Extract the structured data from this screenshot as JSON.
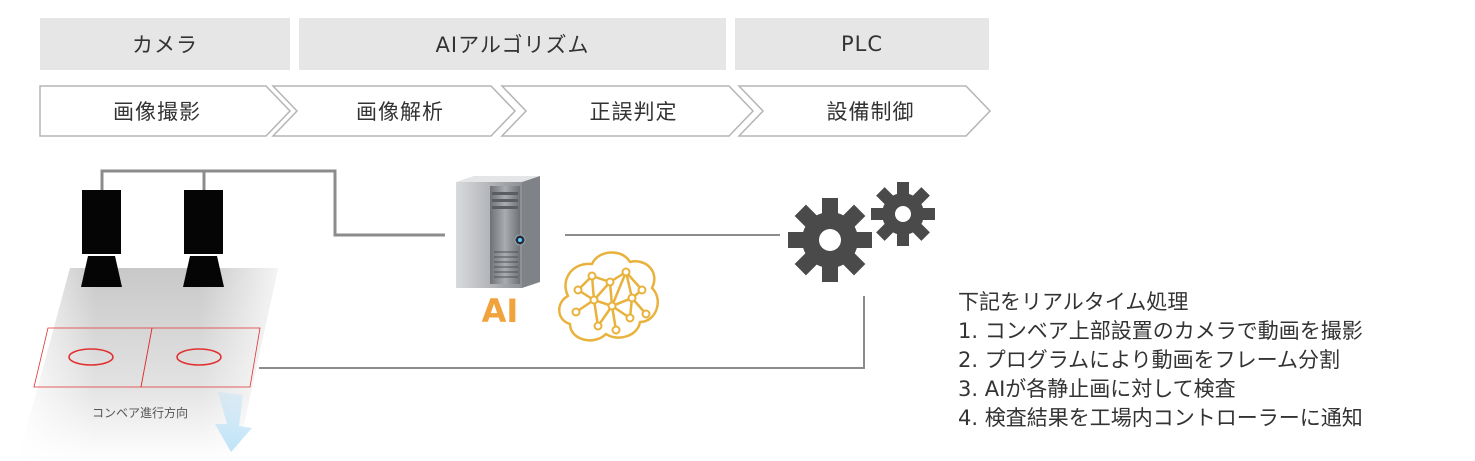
{
  "categories": [
    {
      "label": "カメラ"
    },
    {
      "label": "AIアルゴリズム"
    },
    {
      "label": "PLC"
    }
  ],
  "steps": [
    {
      "label": "画像撮影"
    },
    {
      "label": "画像解析"
    },
    {
      "label": "正誤判定"
    },
    {
      "label": "設備制御"
    }
  ],
  "ai_label": "AI",
  "conveyor_label": "コンベア進行方向",
  "notes": {
    "title": "下記をリアルタイム処理",
    "items": [
      "1. コンベア上部設置のカメラで動画を撮影",
      "2. プログラムにより動画をフレーム分割",
      "3. AIが各静止画に対して検査",
      "4. 検査結果を工場内コントローラーに通知"
    ]
  },
  "icons": {
    "cameras": "camera-icon",
    "server": "server-tower-icon",
    "brain": "neural-brain-icon",
    "gears": "gears-icon",
    "arrow": "arrow-down-icon"
  },
  "colors": {
    "header_bg": "#e6e6e6",
    "ai_orange": "#f0a23c",
    "brain_gold": "#e8b23c",
    "line_gray": "#8c8c8c",
    "gear_dark": "#4a4a4a",
    "arrow_blue": "#bfe3f7",
    "conveyor_red": "#e03030"
  }
}
